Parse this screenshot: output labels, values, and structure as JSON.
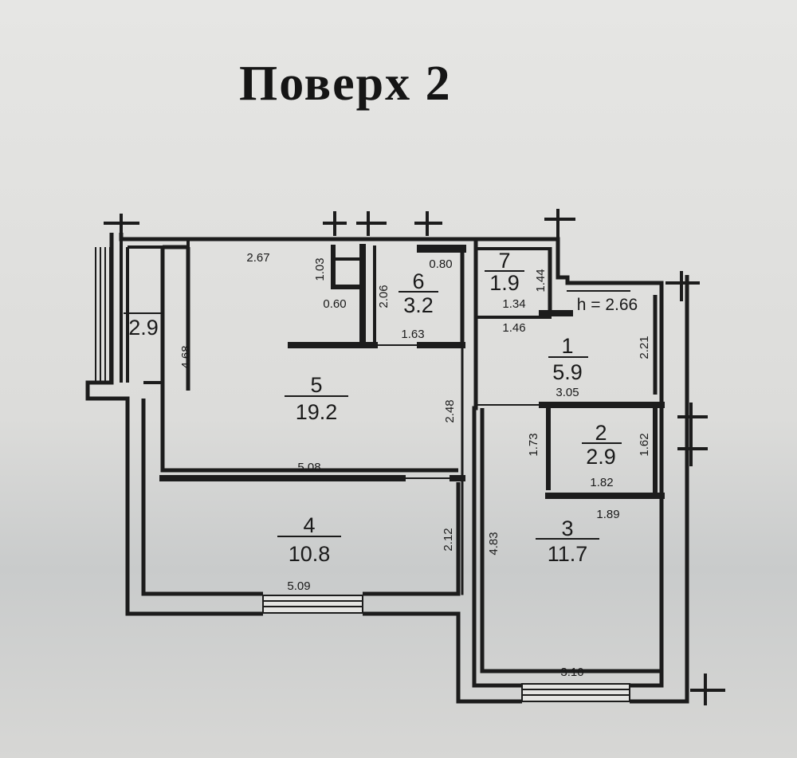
{
  "title": "Поверх 2",
  "rooms": [
    {
      "number": "1",
      "area": "5.9"
    },
    {
      "number": "2",
      "area": "2.9"
    },
    {
      "number": "3",
      "area": "11.7"
    },
    {
      "number": "4",
      "area": "10.8"
    },
    {
      "number": "5",
      "area": "19.2"
    },
    {
      "number": "6",
      "area": "3.2"
    },
    {
      "number": "7",
      "area": "1.9"
    }
  ],
  "balcony_area": "2.9",
  "ceiling_height": "h = 2.66",
  "dimensions": [
    "2.67",
    "1.03",
    "0.60",
    "2.06",
    "0.80",
    "1.63",
    "1.44",
    "1.34",
    "1.46",
    "4.68",
    "5.08",
    "2.48",
    "2.21",
    "3.05",
    "1.73",
    "1.62",
    "1.82",
    "1.89",
    "4.83",
    "2.12",
    "5.09",
    "3.10"
  ],
  "colors": {
    "wall": "#1c1c1c",
    "paper": "#e2e2e0",
    "ink": "#1a1a1a"
  }
}
